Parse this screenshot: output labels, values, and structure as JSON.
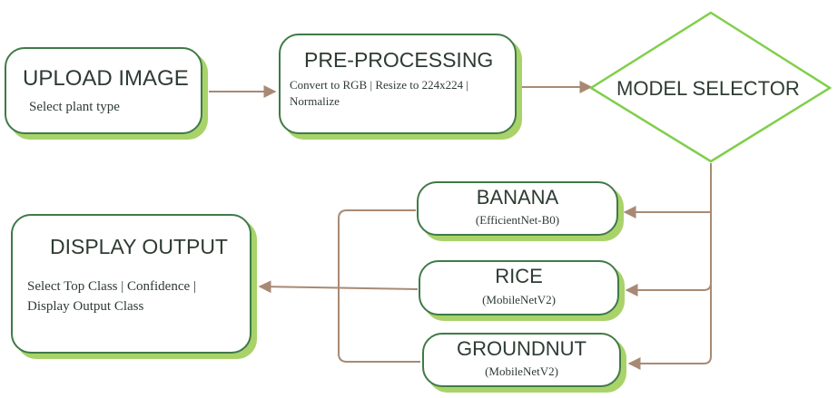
{
  "nodes": {
    "upload": {
      "title": "UPLOAD IMAGE",
      "subtitle": "Select plant type"
    },
    "preprocess": {
      "title": "PRE-PROCESSING",
      "subtitle_line1": "Convert to RGB | Resize to 224x224 |",
      "subtitle_line2": "Normalize"
    },
    "model_selector": {
      "title": "MODEL SELECTOR"
    },
    "banana": {
      "title": "BANANA",
      "subtitle": "(EfficientNet-B0)"
    },
    "rice": {
      "title": "RICE",
      "subtitle": "(MobileNetV2)"
    },
    "groundnut": {
      "title": "GROUNDNUT",
      "subtitle": "(MobileNetV2)"
    },
    "display": {
      "title": "DISPLAY OUTPUT",
      "subtitle_line1": "Select Top Class |  Confidence |",
      "subtitle_line2": "Display Output Class"
    }
  },
  "colors": {
    "border": "#3f7a47",
    "shadow": "#a9d36a",
    "diamond": "#7fcf4a",
    "connector": "#a88a74"
  }
}
